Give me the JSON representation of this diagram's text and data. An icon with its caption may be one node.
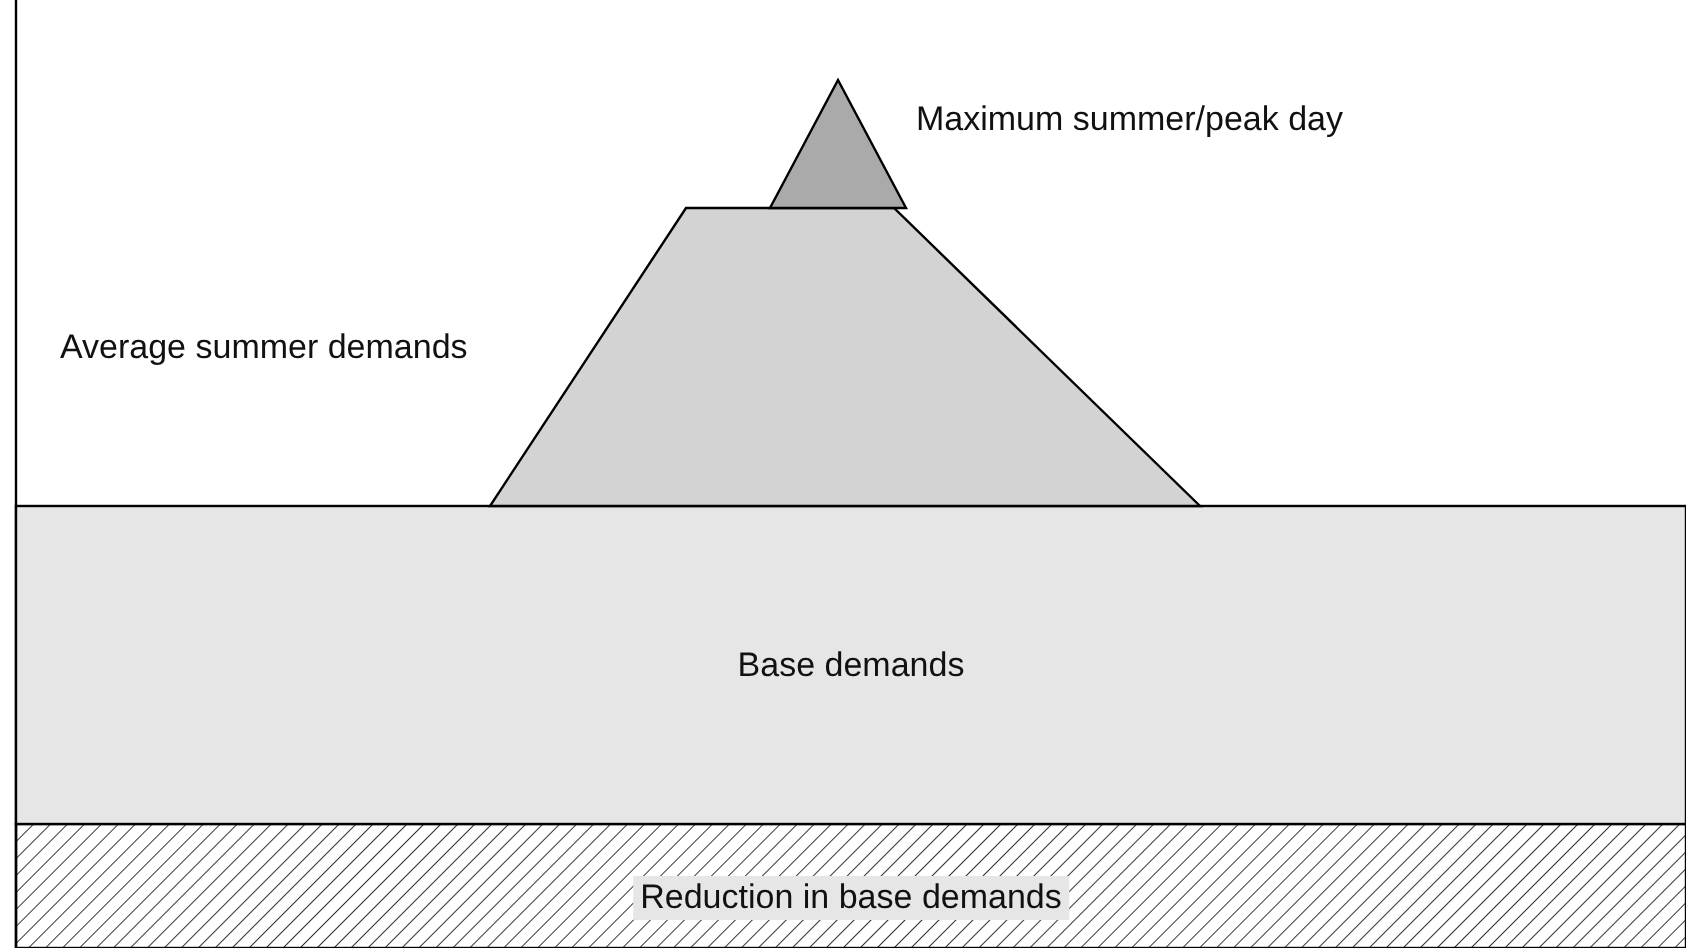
{
  "diagram": {
    "nodes": [
      {
        "text": [],
        "shape": "triangle",
        "beside": [
          "Maximum summer/peak day"
        ]
      },
      {
        "text": [],
        "shape": "trapezoid",
        "beside": [
          "Average summer demands"
        ]
      },
      {
        "text": [
          "Base demands"
        ]
      },
      {
        "text": [
          "Reduction in base demands"
        ]
      }
    ],
    "edges": []
  }
}
